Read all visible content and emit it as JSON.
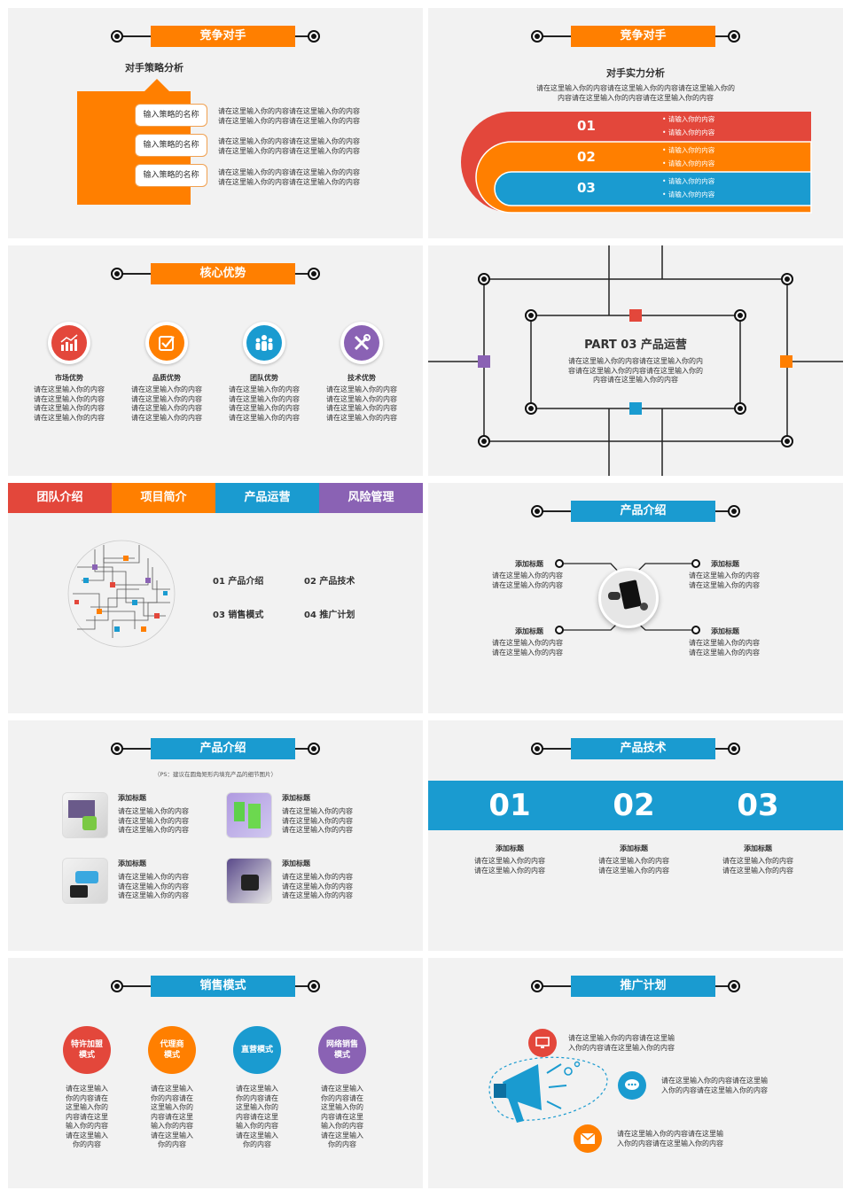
{
  "s1": {
    "header": "竞争对手",
    "title": "对手策略分析",
    "rows": [
      {
        "name": "输入策略的名称",
        "text": "请在这里输入你的内容请在这里输入你的内容\n请在这里输入你的内容请在这里输入你的内容"
      },
      {
        "name": "输入策略的名称",
        "text": "请在这里输入你的内容请在这里输入你的内容\n请在这里输入你的内容请在这里输入你的内容"
      },
      {
        "name": "输入策略的名称",
        "text": "请在这里输入你的内容请在这里输入你的内容\n请在这里输入你的内容请在这里输入你的内容"
      }
    ]
  },
  "s2": {
    "header": "竞争对手",
    "title": "对手实力分析",
    "sub": "请在这里输入你的内容请在这里输入你的内容请在这里输入你的\n内容请在这里输入你的内容请在这里输入你的内容",
    "bands": [
      {
        "num": "01",
        "b1": "• 请输入你的内容",
        "b2": "• 请输入你的内容"
      },
      {
        "num": "02",
        "b1": "• 请输入你的内容",
        "b2": "• 请输入你的内容"
      },
      {
        "num": "03",
        "b1": "• 请输入你的内容",
        "b2": "• 请输入你的内容"
      }
    ]
  },
  "s3": {
    "header": "核心优势",
    "items": [
      {
        "icon": "chart-icon",
        "title": "市场优势",
        "text": "请在这里输入你的内容\n请在这里输入你的内容\n请在这里输入你的内容\n请在这里输入你的内容"
      },
      {
        "icon": "checkbox-icon",
        "title": "品质优势",
        "text": "请在这里输入你的内容\n请在这里输入你的内容\n请在这里输入你的内容\n请在这里输入你的内容"
      },
      {
        "icon": "team-icon",
        "title": "团队优势",
        "text": "请在这里输入你的内容\n请在这里输入你的内容\n请在这里输入你的内容\n请在这里输入你的内容"
      },
      {
        "icon": "tools-icon",
        "title": "技术优势",
        "text": "请在这里输入你的内容\n请在这里输入你的内容\n请在这里输入你的内容\n请在这里输入你的内容"
      }
    ]
  },
  "s4": {
    "title": "PART 03  产品运营",
    "text": "请在这里输入你的内容请在这里输入你的内\n容请在这里输入你的内容请在这里输入你的\n内容请在这里输入你的内容"
  },
  "s5": {
    "tabs": [
      "团队介绍",
      "项目简介",
      "产品运营",
      "风险管理"
    ],
    "items": [
      "01  产品介绍",
      "02  产品技术",
      "03  销售模式",
      "04  推广计划"
    ]
  },
  "s6": {
    "header": "产品介绍",
    "items": [
      {
        "title": "添加标题",
        "text": "请在这里输入你的内容\n请在这里输入你的内容"
      },
      {
        "title": "添加标题",
        "text": "请在这里输入你的内容\n请在这里输入你的内容"
      },
      {
        "title": "添加标题",
        "text": "请在这里输入你的内容\n请在这里输入你的内容"
      },
      {
        "title": "添加标题",
        "text": "请在这里输入你的内容\n请在这里输入你的内容"
      }
    ]
  },
  "s7": {
    "header": "产品介绍",
    "note": "（PS：建议在圆角矩形内填充产品的细节图片）",
    "items": [
      {
        "title": "添加标题",
        "text": "请在这里输入你的内容\n请在这里输入你的内容\n请在这里输入你的内容"
      },
      {
        "title": "添加标题",
        "text": "请在这里输入你的内容\n请在这里输入你的内容\n请在这里输入你的内容"
      },
      {
        "title": "添加标题",
        "text": "请在这里输入你的内容\n请在这里输入你的内容\n请在这里输入你的内容"
      },
      {
        "title": "添加标题",
        "text": "请在这里输入你的内容\n请在这里输入你的内容\n请在这里输入你的内容"
      }
    ]
  },
  "s8": {
    "header": "产品技术",
    "items": [
      {
        "num": "01",
        "title": "添加标题",
        "text": "请在这里输入你的内容\n请在这里输入你的内容"
      },
      {
        "num": "02",
        "title": "添加标题",
        "text": "请在这里输入你的内容\n请在这里输入你的内容"
      },
      {
        "num": "03",
        "title": "添加标题",
        "text": "请在这里输入你的内容\n请在这里输入你的内容"
      }
    ]
  },
  "s9": {
    "header": "销售模式",
    "items": [
      {
        "label": "特许加盟\n模式",
        "text": "请在这里输入\n你的内容请在\n这里输入你的\n内容请在这里\n输入你的内容\n请在这里输入\n你的内容"
      },
      {
        "label": "代理商\n模式",
        "text": "请在这里输入\n你的内容请在\n这里输入你的\n内容请在这里\n输入你的内容\n请在这里输入\n你的内容"
      },
      {
        "label": "直营模式",
        "text": "请在这里输入\n你的内容请在\n这里输入你的\n内容请在这里\n输入你的内容\n请在这里输入\n你的内容"
      },
      {
        "label": "网络销售\n模式",
        "text": "请在这里输入\n你的内容请在\n这里输入你的\n内容请在这里\n输入你的内容\n请在这里输入\n你的内容"
      }
    ]
  },
  "s10": {
    "header": "推广计划",
    "items": [
      {
        "icon": "monitor-icon",
        "text": "请在这里输入你的内容请在这里输\n入你的内容请在这里输入你的内容"
      },
      {
        "icon": "chat-icon",
        "text": "请在这里输入你的内容请在这里输\n入你的内容请在这里输入你的内容"
      },
      {
        "icon": "mail-icon",
        "text": "请在这里输入你的内容请在这里输\n入你的内容请在这里输入你的内容"
      }
    ]
  },
  "colors": {
    "orange": "#ff7f00",
    "blue": "#1a9bd0",
    "red": "#e3473b",
    "purple": "#8a62b4"
  }
}
